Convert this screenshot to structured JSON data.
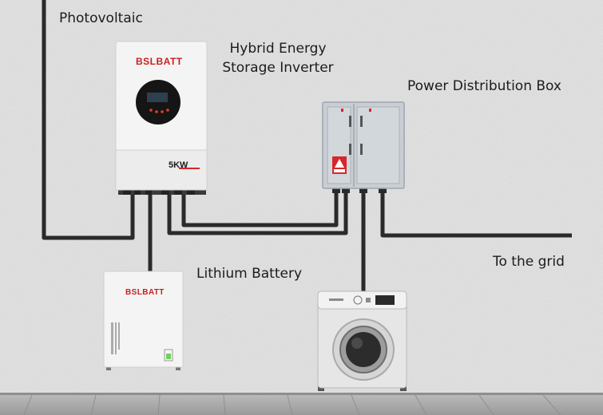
{
  "labels": {
    "photovoltaic": "Photovoltaic",
    "inverter_line1": "Hybrid Energy",
    "inverter_line2": "Storage Inverter",
    "distribution_box": "Power Distribution Box",
    "to_grid": "To the grid",
    "lithium_battery": "Lithium Battery"
  },
  "inverter": {
    "brand": "BSLBATT",
    "rating": "5KW"
  },
  "battery": {
    "brand": "BSLBATT"
  },
  "colors": {
    "wall": "#d9d9d9",
    "floor": "#a9a9a9",
    "cable": "#2a2a2a",
    "inverter_body": "#f4f4f4",
    "display": "#151515",
    "box_body": "#c9ced4",
    "warning": "#d8262b",
    "washer_body": "#e6e6e6"
  }
}
